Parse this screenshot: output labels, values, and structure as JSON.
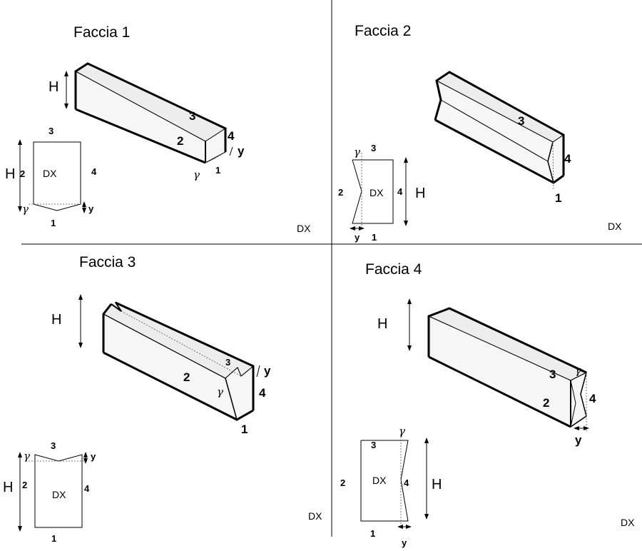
{
  "panels": {
    "p1": {
      "title": "Faccia 1",
      "H": "H",
      "y": "y",
      "gamma": "γ",
      "dx": "DX",
      "corner": "DX",
      "n1": "1",
      "n2": "2",
      "n3": "3",
      "n4": "4"
    },
    "p2": {
      "title": "Faccia 2",
      "H": "H",
      "y": "y",
      "gamma": "γ",
      "dx": "DX",
      "corner": "DX",
      "n1": "1",
      "n2": "2",
      "n3": "3",
      "n4": "4"
    },
    "p3": {
      "title": "Faccia 3",
      "H": "H",
      "y": "y",
      "gamma": "γ",
      "dx": "DX",
      "corner": "DX",
      "n1": "1",
      "n2": "2",
      "n3": "3",
      "n4": "4"
    },
    "p4": {
      "title": "Faccia 4",
      "H": "H",
      "y": "y",
      "gamma": "γ",
      "dx": "DX",
      "corner": "DX",
      "n1": "1",
      "n2": "2",
      "n3": "3",
      "n4": "4"
    }
  }
}
